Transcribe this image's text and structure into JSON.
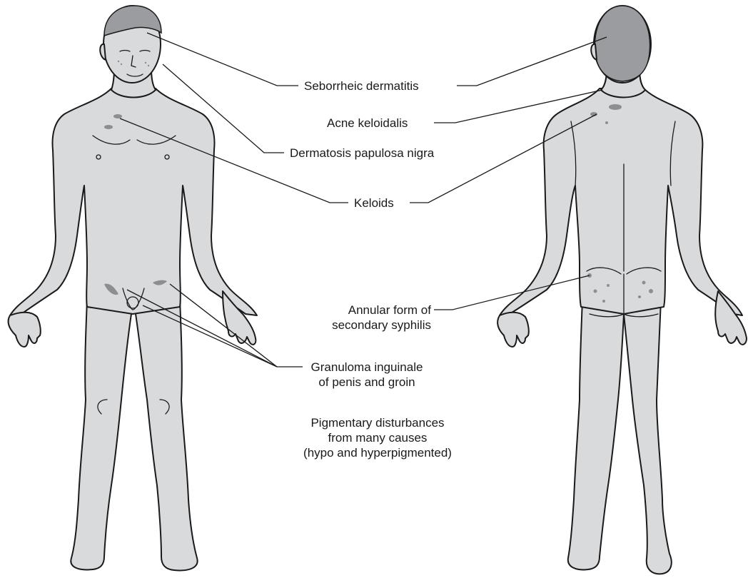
{
  "labels": {
    "seborrheic_dermatitis": "Seborrheic dermatitis",
    "acne_keloidalis": "Acne keloidalis",
    "dermatosis_papulosa_nigra": "Dermatosis papulosa nigra",
    "keloids": "Keloids",
    "annular_syphilis_line1": "Annular form of",
    "annular_syphilis_line2": "secondary syphilis",
    "granuloma_line1": "Granuloma inguinale",
    "granuloma_line2": "of penis and groin",
    "pigmentary_line1": "Pigmentary disturbances",
    "pigmentary_line2": "from many causes",
    "pigmentary_line3": "(hypo and hyperpigmented)"
  },
  "colors": {
    "skin": "#d9dadc",
    "hair": "#9a9ca0",
    "lesion": "#8c8e92",
    "outline": "#1a1a1a"
  }
}
